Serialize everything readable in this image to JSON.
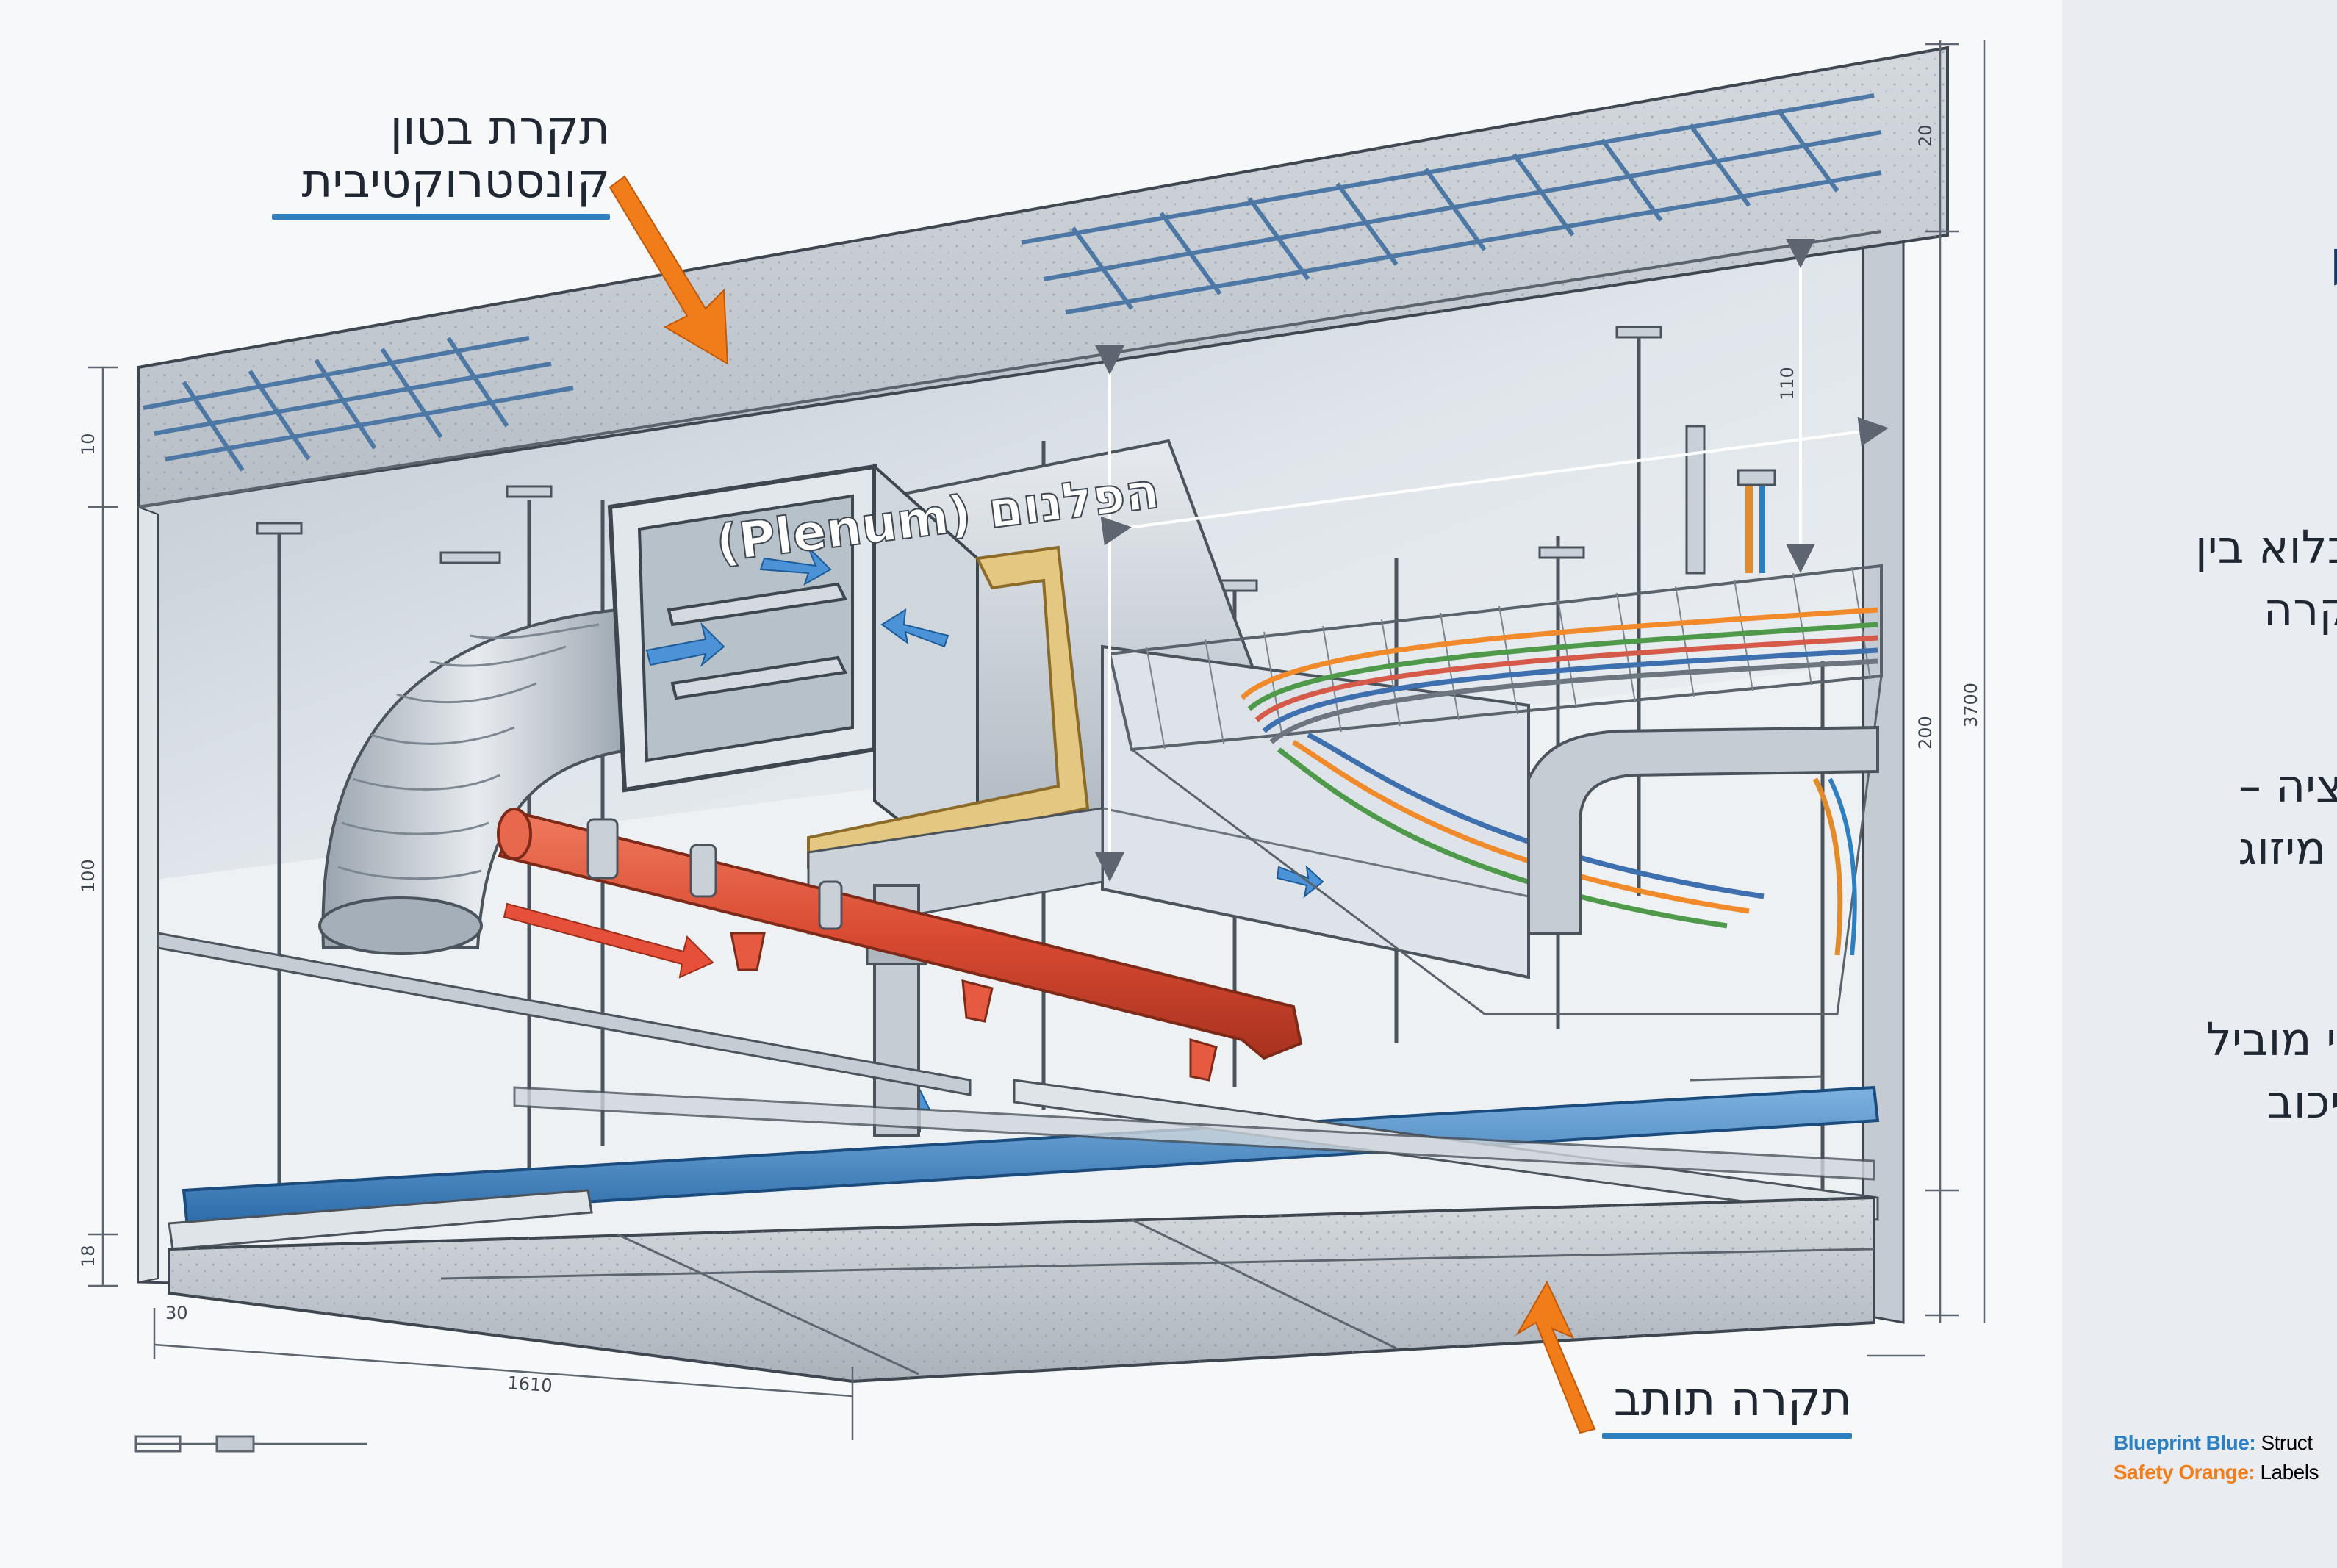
{
  "labels": {
    "concrete_ceiling_line1": "תקרת בטון",
    "concrete_ceiling_line2": "קונסטרוקטיבית",
    "plenum": "הפלנום (Plenum)",
    "suspended_ceiling": "תקרה תותב"
  },
  "dimensions": {
    "left_top": "10",
    "left_mid": "100",
    "left_bottom": "18",
    "right_top": "20",
    "right_total": "3700",
    "right_mid": "200",
    "plenum_height": "110",
    "bottom_left": "30",
    "bottom_width": "1610"
  },
  "panel": {
    "title_line1": "צבי",
    "title_line2": "ה",
    "text_block1_line1": "הכלוא בין",
    "text_block1_line2": "תקרה",
    "text_block2_line1": "וזיציה –",
    "text_block2_line2": "ל, מיזוג",
    "text_block3_line1": "קוי מוביל",
    "text_block3_line2": "ועיכוב"
  },
  "legend": [
    {
      "name": "Blueprint Blue:",
      "desc": "Struct",
      "color": "#2e7fc0"
    },
    {
      "name": "Safety Orange:",
      "desc": "Labels",
      "color": "#f07c1a"
    }
  ],
  "colors": {
    "blueprint_blue": "#2e7fc0",
    "safety_orange": "#f07c1a",
    "sprinkler_red": "#d94a32",
    "concrete": "#c6ccd2",
    "duct_metal": "#c9d0d8"
  }
}
